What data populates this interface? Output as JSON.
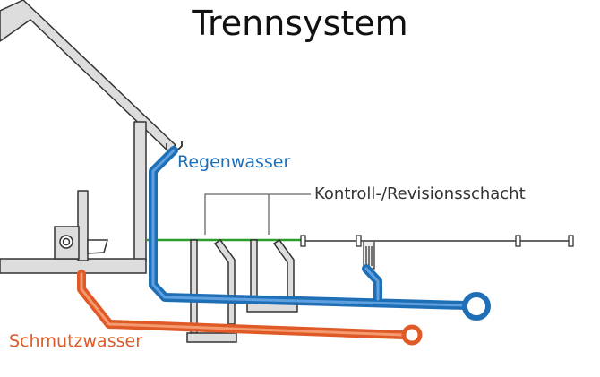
{
  "title": "Trennsystem",
  "labels": {
    "rainwater": "Regenwasser",
    "wastewater": "Schmutzwasser",
    "inspection_shaft": "Kontroll-/Revisionsschacht"
  },
  "colors": {
    "rainwater": "#1f6fb7",
    "wastewater": "#e05a28",
    "drainage": "#2a9d2a",
    "structure": "#333333",
    "fill": "#dddddd"
  }
}
